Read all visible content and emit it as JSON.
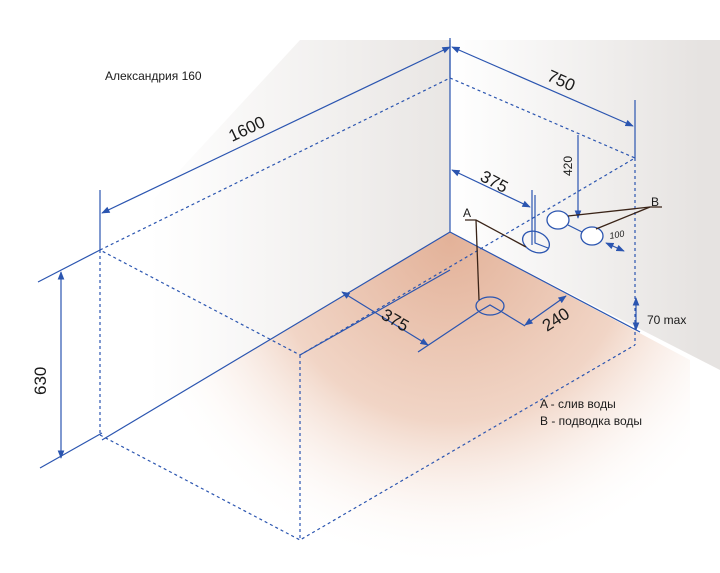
{
  "title": "Александрия 160",
  "dimensions": {
    "length": "1600",
    "width": "750",
    "height": "630",
    "drain_offset_wall": "375",
    "drain_offset_floor": "375",
    "drain_depth": "240",
    "supply_height": "420",
    "supply_spacing": "100",
    "overflow_max": "70 max"
  },
  "markers": {
    "a": "A",
    "b": "B"
  },
  "legend": [
    "A - слив воды",
    "B - подводка воды"
  ],
  "colors": {
    "line": "#2b55b0",
    "floor": "#e8b79a",
    "leader": "#3a2418"
  }
}
